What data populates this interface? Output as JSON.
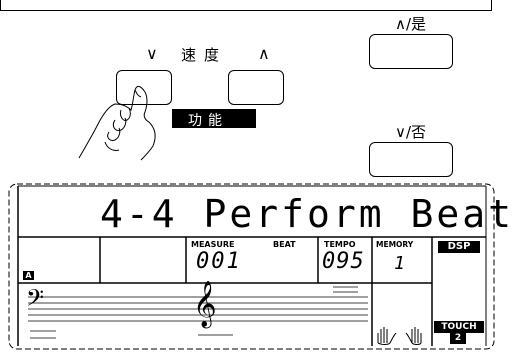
{
  "tempo_panel": {
    "down_arrow": "∨",
    "label": "速度",
    "up_arrow": "∧",
    "function_label": "功能"
  },
  "yes_no_panel": {
    "yes_label": "∧/是",
    "no_label": "∨/否"
  },
  "lcd": {
    "main_text": "4-4 Perform Beat",
    "indicator_a": "A",
    "measure_label": "MEASURE",
    "beat_label": "BEAT",
    "measure_value": "001",
    "tempo_label": "TEMPO",
    "tempo_value": "095",
    "memory_label": "MEMORY",
    "memory_value": "1",
    "dsp_label": "DSP",
    "touch_label": "TOUCH",
    "touch_value": "2",
    "bass_clef": "𝄢",
    "treble_clef": "𝄞"
  },
  "colors": {
    "ink": "#000000",
    "background": "#ffffff"
  }
}
